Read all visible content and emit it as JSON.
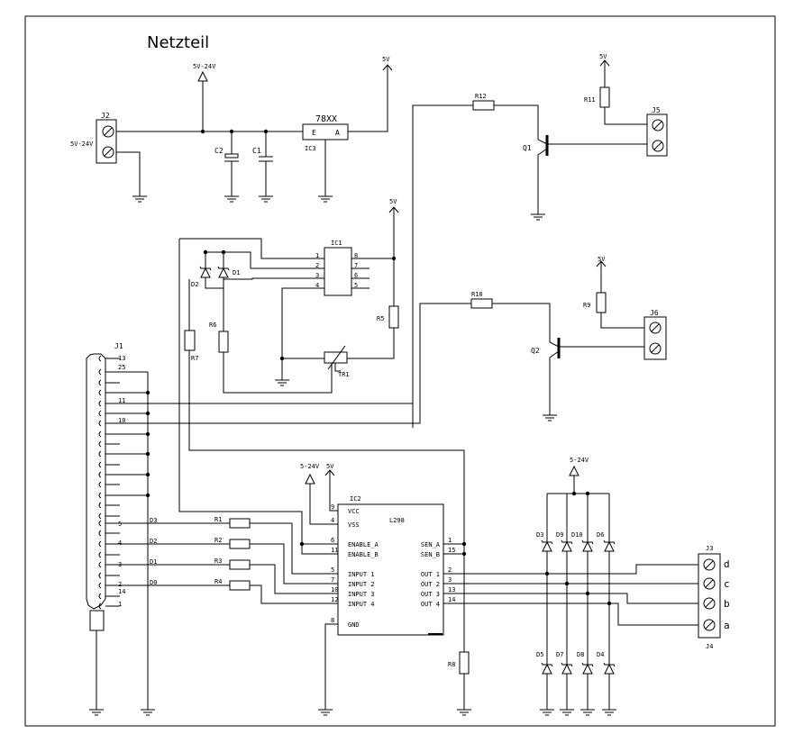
{
  "title": "Netzteil",
  "power": {
    "j2": "J2",
    "j2_label": "5V-24V",
    "supply": "5V-24V",
    "c2": "C2",
    "c1": "C1",
    "reg_name": "78XX",
    "reg_ref": "IC3",
    "reg_in": "E",
    "reg_out": "A",
    "out": "5V"
  },
  "transistors": [
    {
      "ref": "Q1",
      "base_res": "R12",
      "pull_res": "R11",
      "vcc": "5V",
      "conn": "J5"
    },
    {
      "ref": "Q2",
      "base_res": "R10",
      "pull_res": "R9",
      "vcc": "5V",
      "conn": "J6"
    }
  ],
  "ic1": {
    "ref": "IC1",
    "vcc": "5V",
    "pins_left": [
      "1",
      "2",
      "3",
      "4"
    ],
    "pins_right": [
      "8",
      "7",
      "6",
      "5"
    ],
    "d1": "D1",
    "d2": "D2",
    "r5": "R5",
    "r6": "R6",
    "r7": "R7",
    "tr1": "TR1"
  },
  "j1": {
    "ref": "J1",
    "pins": [
      "13",
      "25",
      "11",
      "10",
      "5",
      "4",
      "3",
      "2",
      "14",
      "1"
    ],
    "nets": [
      "D3",
      "D2",
      "D1",
      "D0"
    ],
    "resistors": [
      "R1",
      "R2",
      "R3",
      "R4"
    ]
  },
  "ic2": {
    "ref": "IC2",
    "name": "L298",
    "supply": "5-24V",
    "vcc": "5V",
    "left_pins": [
      {
        "num": "9",
        "name": "VCC"
      },
      {
        "num": "4",
        "name": "VSS"
      },
      {
        "num": "6",
        "name": "ENABLE_A"
      },
      {
        "num": "11",
        "name": "ENABLE_B"
      },
      {
        "num": "5",
        "name": "INPUT 1"
      },
      {
        "num": "7",
        "name": "INPUT 2"
      },
      {
        "num": "10",
        "name": "INPUT 3"
      },
      {
        "num": "12",
        "name": "INPUT 4"
      },
      {
        "num": "8",
        "name": "GND"
      }
    ],
    "right_pins": [
      {
        "num": "1",
        "name": "SEN_A"
      },
      {
        "num": "15",
        "name": "SEN_B"
      },
      {
        "num": "2",
        "name": "OUT 1"
      },
      {
        "num": "3",
        "name": "OUT 2"
      },
      {
        "num": "13",
        "name": "OUT 3"
      },
      {
        "num": "14",
        "name": "OUT 4"
      }
    ],
    "r8": "R8"
  },
  "output": {
    "supply": "5-24V",
    "top_diodes": [
      "D3",
      "D9",
      "D10",
      "D6"
    ],
    "bottom_diodes": [
      "D5",
      "D7",
      "D8",
      "D4"
    ],
    "j3": "J3",
    "j4": "J4",
    "terminals": [
      "d",
      "c",
      "b",
      "a"
    ]
  }
}
